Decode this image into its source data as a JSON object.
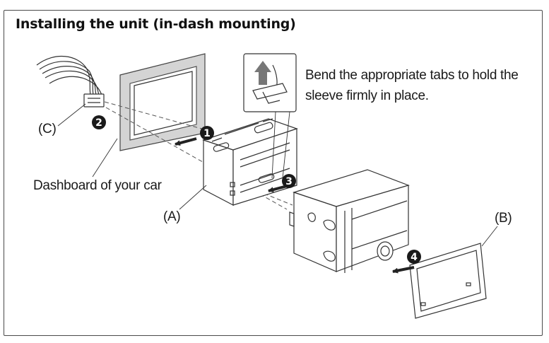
{
  "title": "Installing the unit (in-dash mounting)",
  "tab_note": [
    "Bend the appropriate tabs to hold the",
    "sleeve firmly in place."
  ],
  "labels": {
    "c": "(C)",
    "a": "(A)",
    "b": "(B)",
    "dashboard": "Dashboard of your car"
  },
  "steps": [
    "1",
    "2",
    "3",
    "4"
  ]
}
